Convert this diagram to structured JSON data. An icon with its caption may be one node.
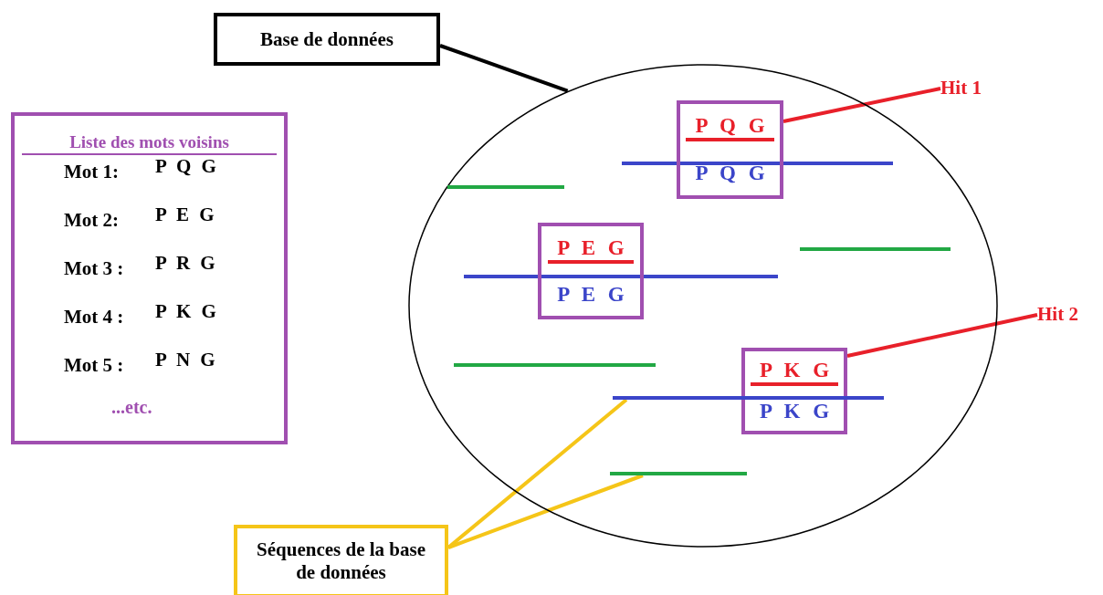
{
  "diagram": {
    "nodes": [
      {
        "text": [
          "Base de données"
        ]
      },
      {
        "text": [],
        "shape": "ellipse"
      },
      {
        "text": [
          "Liste des mots voisins",
          "Mot 1:",
          "P Q G",
          "Mot 2:",
          "P E G",
          "Mot 3 :",
          "P R G",
          "Mot 4 :",
          "P K G",
          "Mot 5 :",
          "P N G",
          "...etc."
        ]
      },
      {
        "text": [
          "P Q G",
          "P Q G"
        ],
        "in": 1
      },
      {
        "text": [
          "Hit 1"
        ]
      },
      {
        "text": [
          "P E G",
          "P E G"
        ],
        "in": 1
      },
      {
        "text": [
          "P K G",
          "P K G"
        ],
        "in": 1
      },
      {
        "text": [
          "Hit 2"
        ]
      },
      {
        "text": [
          "Séquences de la base de données"
        ]
      },
      {
        "text": [],
        "shape": "bar",
        "in": 1
      },
      {
        "text": [],
        "shape": "bar",
        "in": 1
      }
    ],
    "edges": [
      {
        "from": 0,
        "to": 1,
        "arrow": "none",
        "color": "#000000"
      },
      {
        "from": 4,
        "to": 3,
        "arrow": "none",
        "color": "#e8202a"
      },
      {
        "from": 7,
        "to": 6,
        "arrow": "none",
        "color": "#e8202a"
      },
      {
        "from": 8,
        "to": 9,
        "arrow": "none",
        "color": "#f5c518"
      },
      {
        "from": 8,
        "to": 10,
        "arrow": "none",
        "color": "#f5c518"
      }
    ]
  }
}
